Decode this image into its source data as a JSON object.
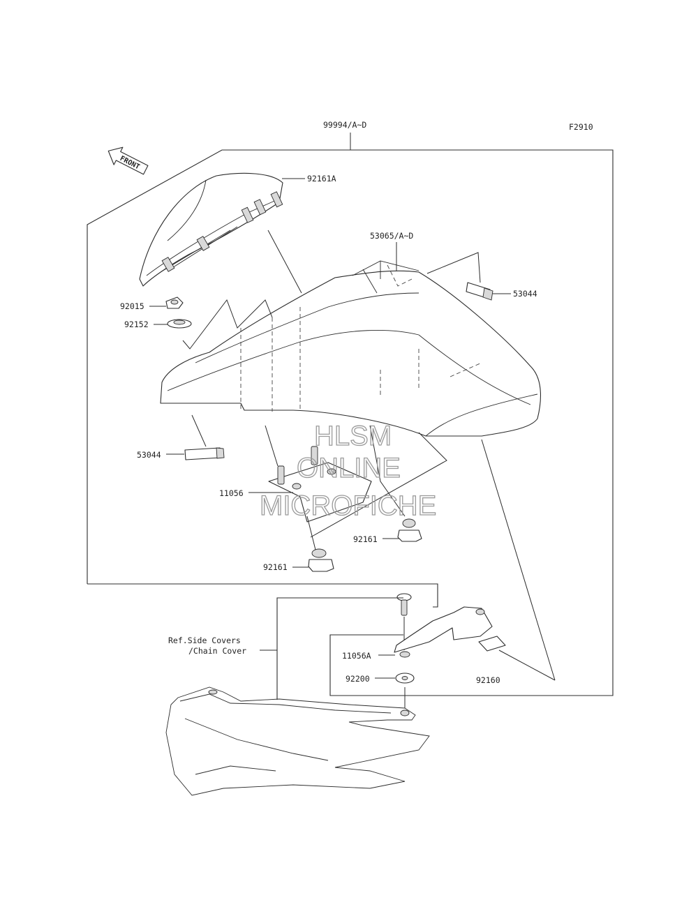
{
  "figure_code": "F2910",
  "front_arrow_label": "FRONT",
  "watermark": {
    "line1": "HLSM",
    "line2": "ONLINE",
    "line3": "MICROFICHE"
  },
  "callouts": {
    "assembly": "99994/A~D",
    "seat_pad": "92161A",
    "cover": "53065/A~D",
    "clip_right": "53044",
    "nut": "92015",
    "bushing": "92152",
    "clip_left": "53044",
    "bolt": "11056",
    "damper_right": "92161",
    "damper_left": "92161",
    "bracket": "11056A",
    "washer": "92200",
    "pad": "92160"
  },
  "reference": {
    "line1": "Ref.Side Covers",
    "line2": "/Chain Cover"
  }
}
